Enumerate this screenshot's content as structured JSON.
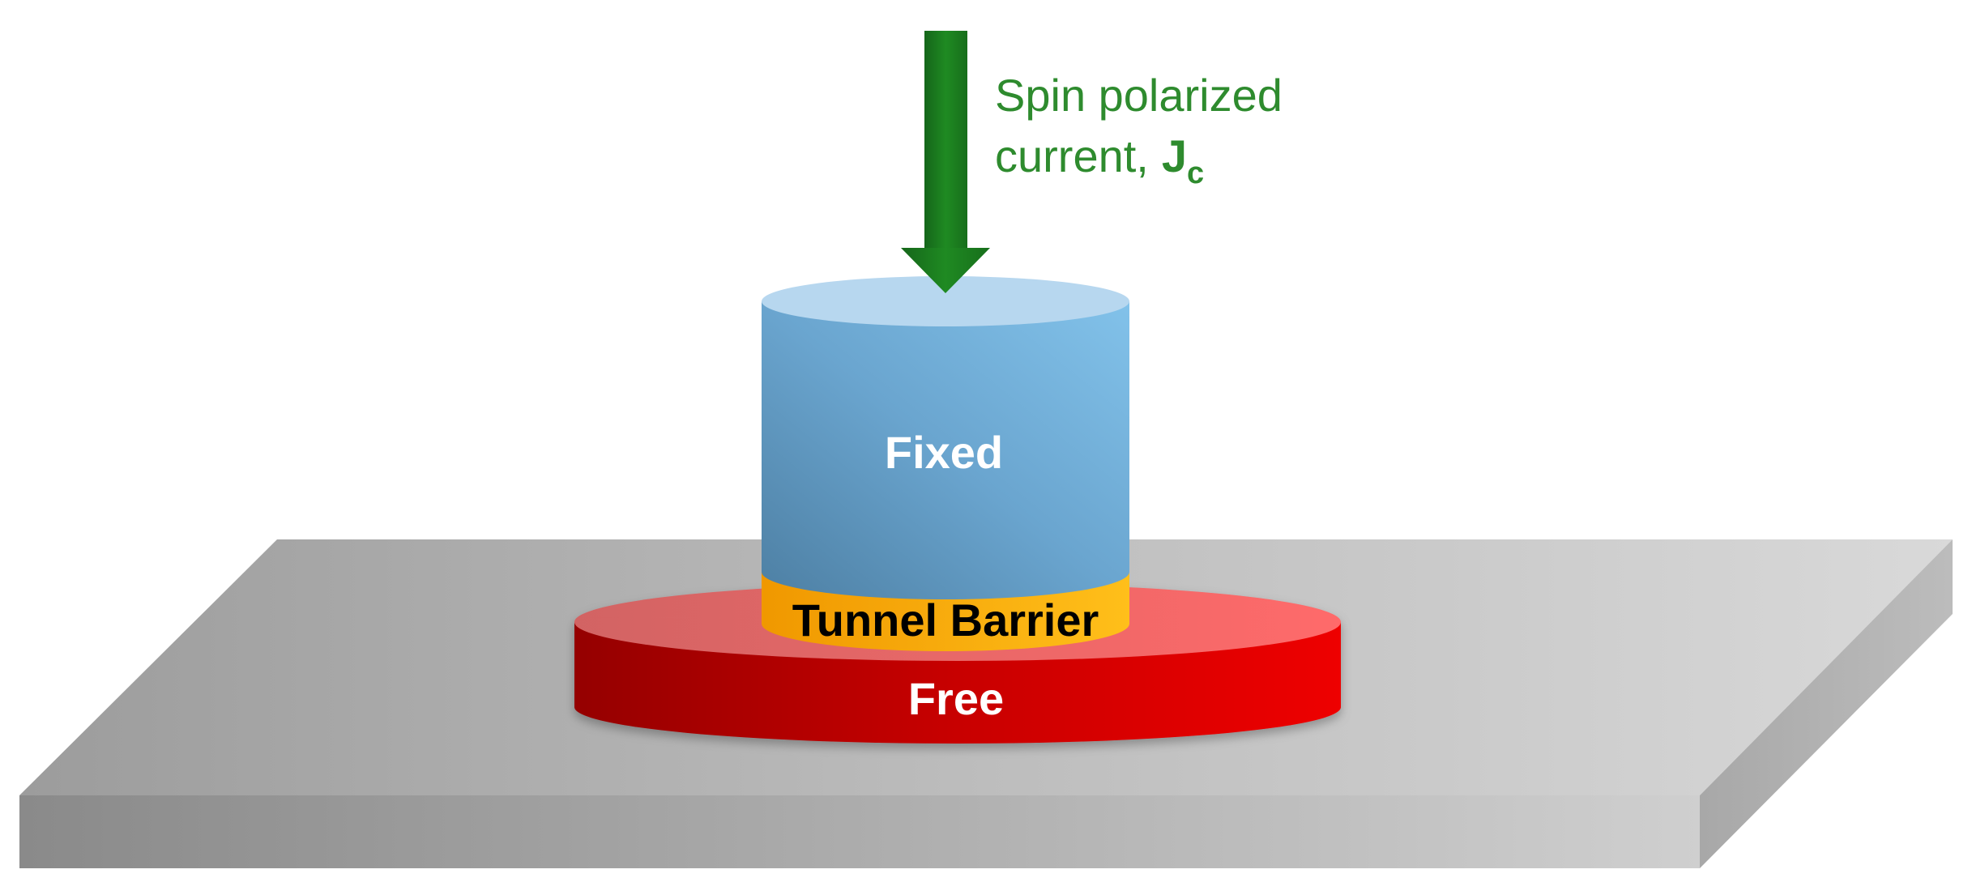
{
  "diagram": {
    "current_label_line1": "Spin polarized",
    "current_label_line2": "current,",
    "current_symbol": "J",
    "current_subscript": "c",
    "fixed_label": "Fixed",
    "barrier_label": "Tunnel Barrier",
    "free_label": "Free"
  },
  "colors": {
    "arrow": "#1e7a1e",
    "label_green": "#2e8b2e",
    "fixed_layer": "#6aaad6",
    "barrier_layer": "#f7a800",
    "free_layer": "#e00000",
    "substrate": "#b4b4b4"
  }
}
